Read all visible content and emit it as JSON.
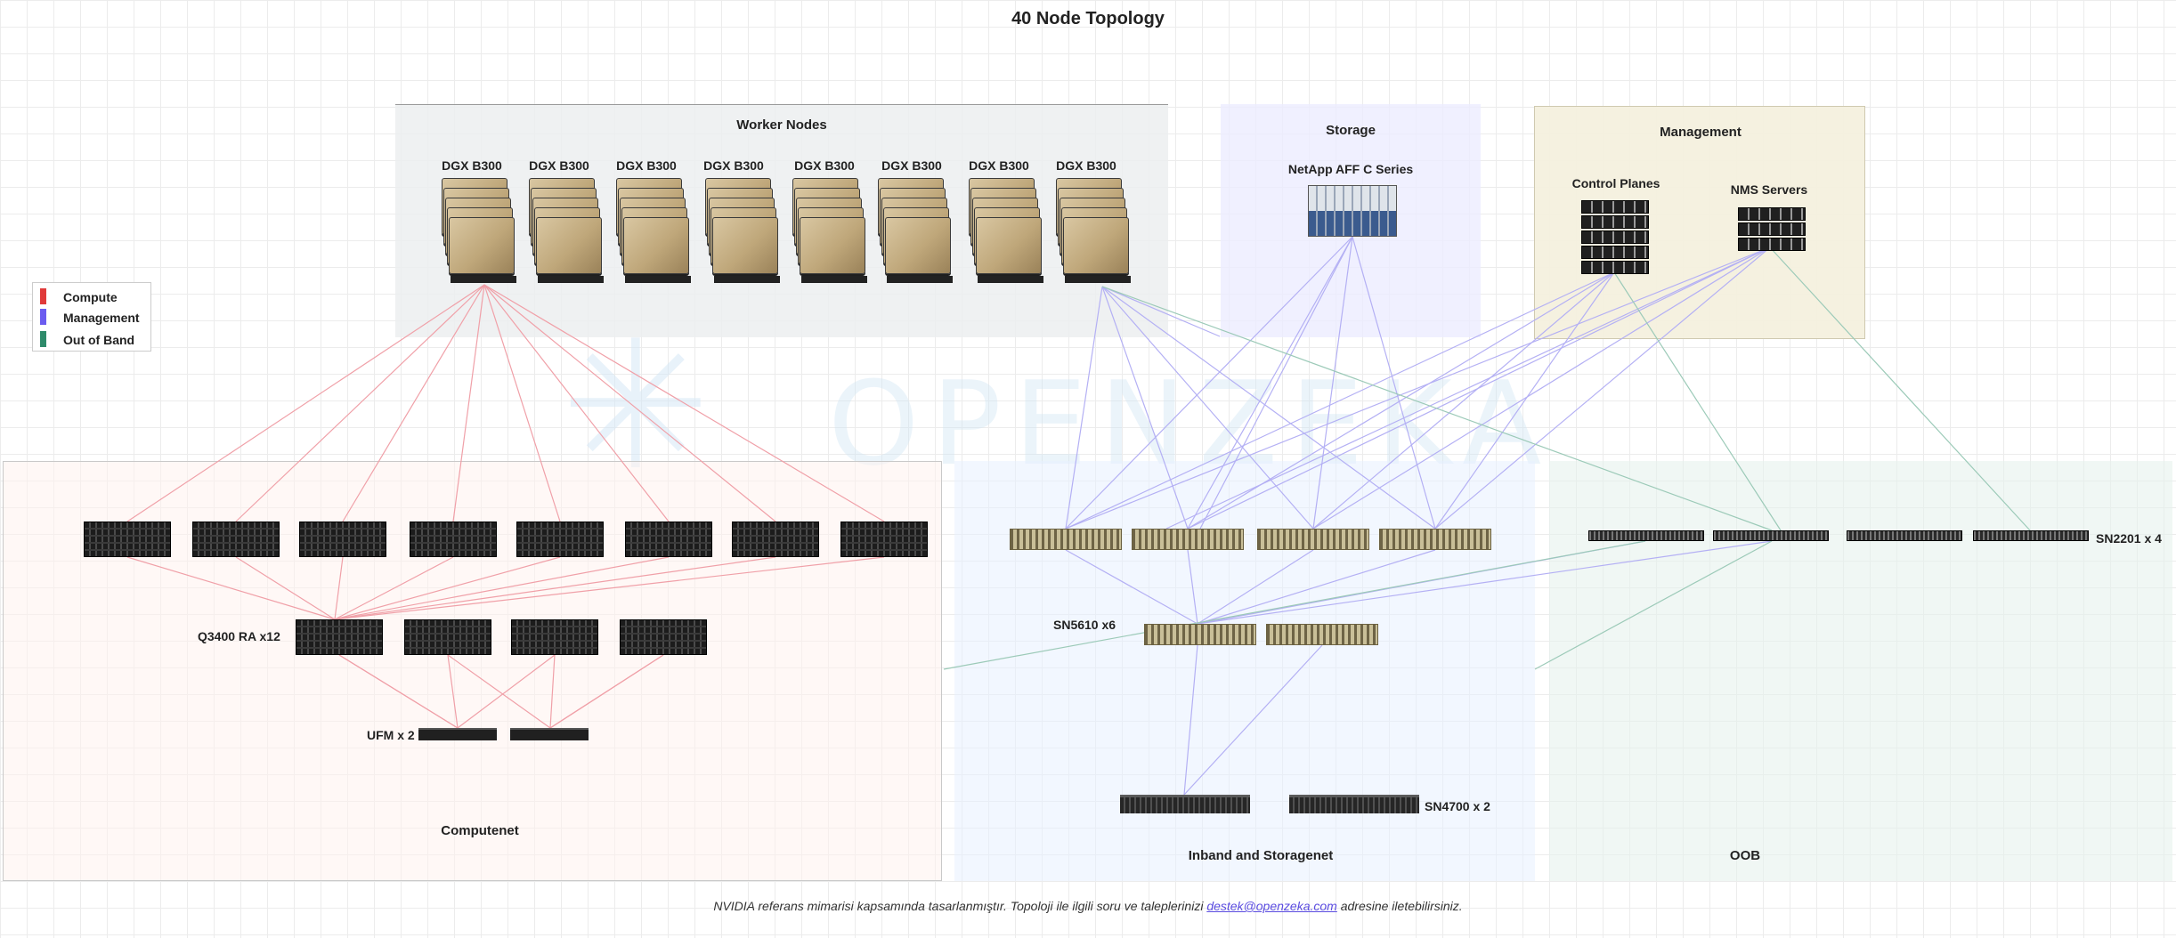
{
  "title": "40 Node Topology",
  "regions": {
    "worker_nodes": "Worker Nodes",
    "storage": "Storage",
    "management": "Management",
    "computenet": "Computenet",
    "inband": "Inband and Storagenet",
    "oob": "OOB"
  },
  "worker_nodes": [
    "DGX B300",
    "DGX B300",
    "DGX B300",
    "DGX B300",
    "DGX B300",
    "DGX B300",
    "DGX B300",
    "DGX B300"
  ],
  "storage_label": "NetApp AFF C Series",
  "management_labels": {
    "control_planes": "Control Planes",
    "nms_servers": "NMS Servers"
  },
  "switch_labels": {
    "q3400": "Q3400 RA x12",
    "ufm": "UFM x 2",
    "sn5610": "SN5610 x6",
    "sn4700": "SN4700 x 2",
    "sn2201": "SN2201 x 4"
  },
  "legend": [
    {
      "label": "Compute",
      "color": "#e03a3a"
    },
    {
      "label": "Management",
      "color": "#6b5cf0"
    },
    {
      "label": "Out of Band",
      "color": "#2e8a6a"
    }
  ],
  "link_colors": {
    "compute": "#f0a0a8",
    "management": "#b4b0f4",
    "oob": "#9ccab8"
  },
  "watermark": "OPENZEKA",
  "footer": {
    "text_before": "NVIDIA referans mimarisi kapsamında tasarlanmıştır. Topoloji ile ilgili soru ve taleplerinizi ",
    "email": "destek@openzeka.com",
    "text_after": " adresine iletebilirsiniz."
  }
}
